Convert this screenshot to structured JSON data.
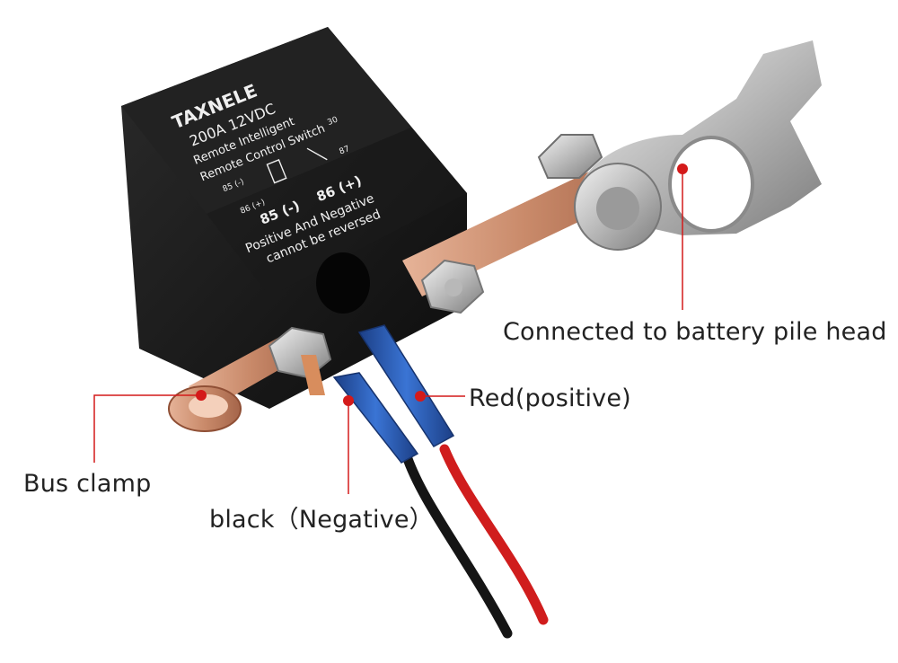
{
  "product": {
    "brand": "TAXNELE",
    "rating": "200A 12VDC",
    "line1": "Remote Intelligent",
    "line2": "Remote Control Switch",
    "terminal_30": "30",
    "terminal_85_small": "85 (-)",
    "terminal_87": "87",
    "terminal_86_small": "86 (+)",
    "terminal_85": "85 (-)",
    "terminal_86": "86 (+)",
    "warning_line1": "Positive And Negative",
    "warning_line2": "cannot be reversed"
  },
  "labels": {
    "battery": "Connected to battery pile head",
    "red": "Red(positive)",
    "bus": "Bus clamp",
    "black": "black（Negative）"
  },
  "colors": {
    "marker": "#d41a1a",
    "copper": "#c98a6a",
    "relay_body": "#1c1c1c",
    "wire_red": "#d01d1d",
    "wire_black": "#151515",
    "connector_blue": "#2a5fb8"
  }
}
